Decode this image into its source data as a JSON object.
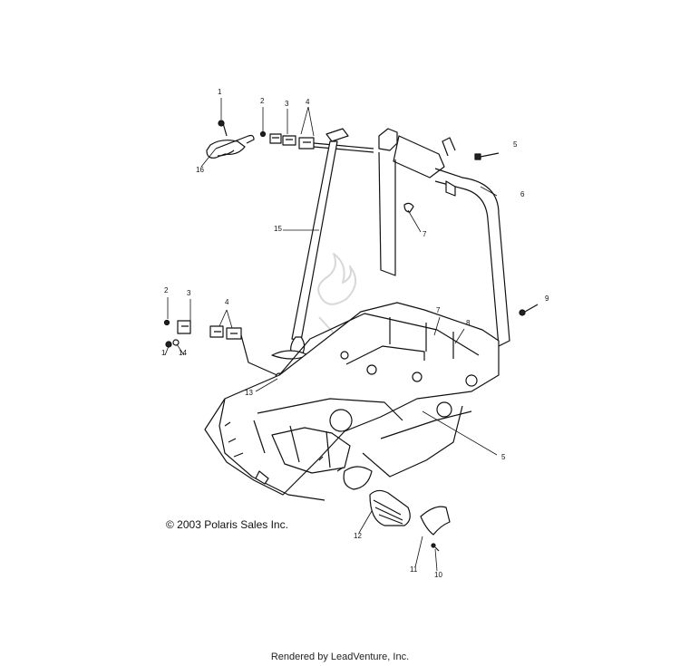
{
  "callouts": [
    {
      "id": "c1a",
      "label": "1"
    },
    {
      "id": "c2a",
      "label": "2"
    },
    {
      "id": "c3a",
      "label": "3"
    },
    {
      "id": "c4a",
      "label": "4"
    },
    {
      "id": "c16",
      "label": "16"
    },
    {
      "id": "c5a",
      "label": "5"
    },
    {
      "id": "c6",
      "label": "6"
    },
    {
      "id": "c7a",
      "label": "7"
    },
    {
      "id": "c15",
      "label": "15"
    },
    {
      "id": "c9",
      "label": "9"
    },
    {
      "id": "c2b",
      "label": "2"
    },
    {
      "id": "c3b",
      "label": "3"
    },
    {
      "id": "c4b",
      "label": "4"
    },
    {
      "id": "c7b",
      "label": "7"
    },
    {
      "id": "c8",
      "label": "8"
    },
    {
      "id": "c1b",
      "label": "1"
    },
    {
      "id": "c14",
      "label": "14"
    },
    {
      "id": "c13",
      "label": "13"
    },
    {
      "id": "c5b",
      "label": "5"
    },
    {
      "id": "c12",
      "label": "12"
    },
    {
      "id": "c11",
      "label": "11"
    },
    {
      "id": "c10",
      "label": "10"
    }
  ],
  "copyright": "© 2003 Polaris Sales Inc.",
  "footer": "Rendered by LeadVenture, Inc."
}
